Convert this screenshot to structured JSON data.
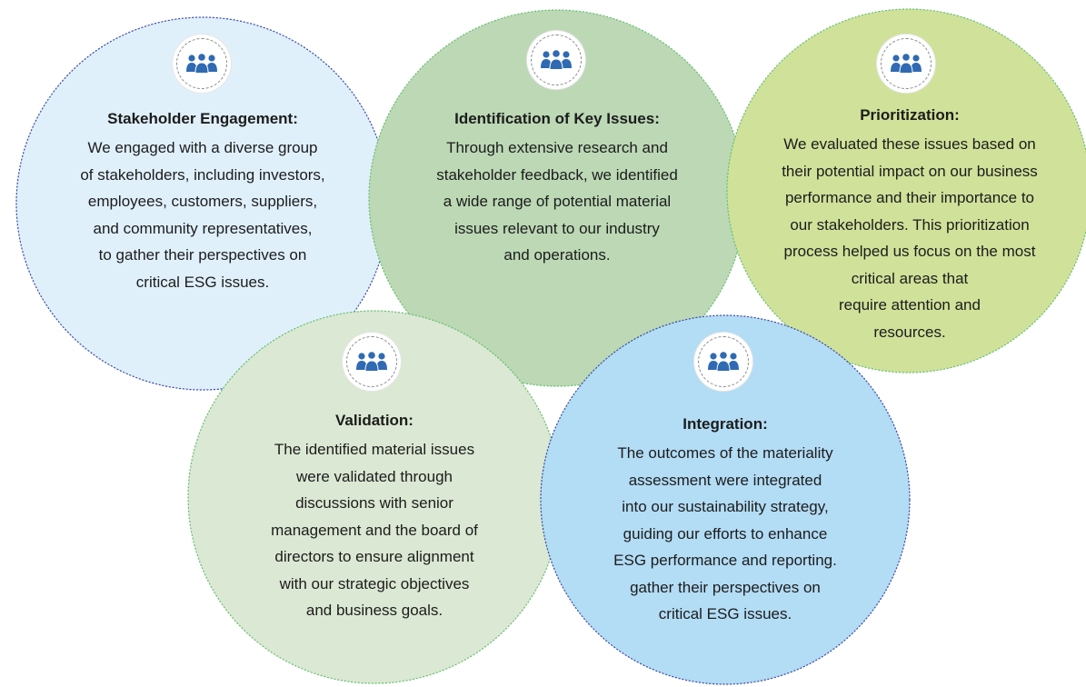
{
  "colors": {
    "stakeholder_fill": "#e0f0fb",
    "identification_fill": "#bcd8b5",
    "prioritization_fill": "#d0e19a",
    "validation_fill": "#dbe8d3",
    "integration_fill": "#b3dcf5",
    "blue_border": "#3f4fa8",
    "green_border": "#67c173",
    "icon_blue": "#2f6ab3"
  },
  "icons": {
    "people": "people-group-icon"
  },
  "cards": [
    {
      "key": "stakeholder",
      "title": "Stakeholder Engagement:",
      "lines": [
        "We engaged with a diverse group",
        "of stakeholders, including investors,",
        "employees, customers, suppliers,",
        "and community representatives,",
        "to gather their perspectives on",
        "critical ESG issues."
      ]
    },
    {
      "key": "identification",
      "title": "Identification of Key Issues:",
      "lines": [
        "Through extensive research and",
        "stakeholder feedback, we identified",
        "a wide range of potential material",
        "issues relevant to our industry",
        "and operations."
      ]
    },
    {
      "key": "prioritization",
      "title": "Prioritization:",
      "lines": [
        "We evaluated these issues based on",
        "their potential impact on our business",
        "performance and their importance to",
        "our stakeholders. This prioritization",
        "process helped us focus on the most",
        "critical areas that",
        "require attention and",
        "resources."
      ]
    },
    {
      "key": "validation",
      "title": "Validation:",
      "lines": [
        "The identified material issues",
        "were validated through",
        "discussions with senior",
        "management and the board of",
        "directors to ensure alignment",
        "with our strategic objectives",
        "and business goals."
      ]
    },
    {
      "key": "integration",
      "title": "Integration:",
      "lines": [
        "The outcomes of the materiality",
        "assessment were integrated",
        "into our sustainability strategy,",
        "guiding our efforts to enhance",
        "ESG performance and reporting.",
        "gather their perspectives on",
        "critical ESG issues."
      ]
    }
  ]
}
